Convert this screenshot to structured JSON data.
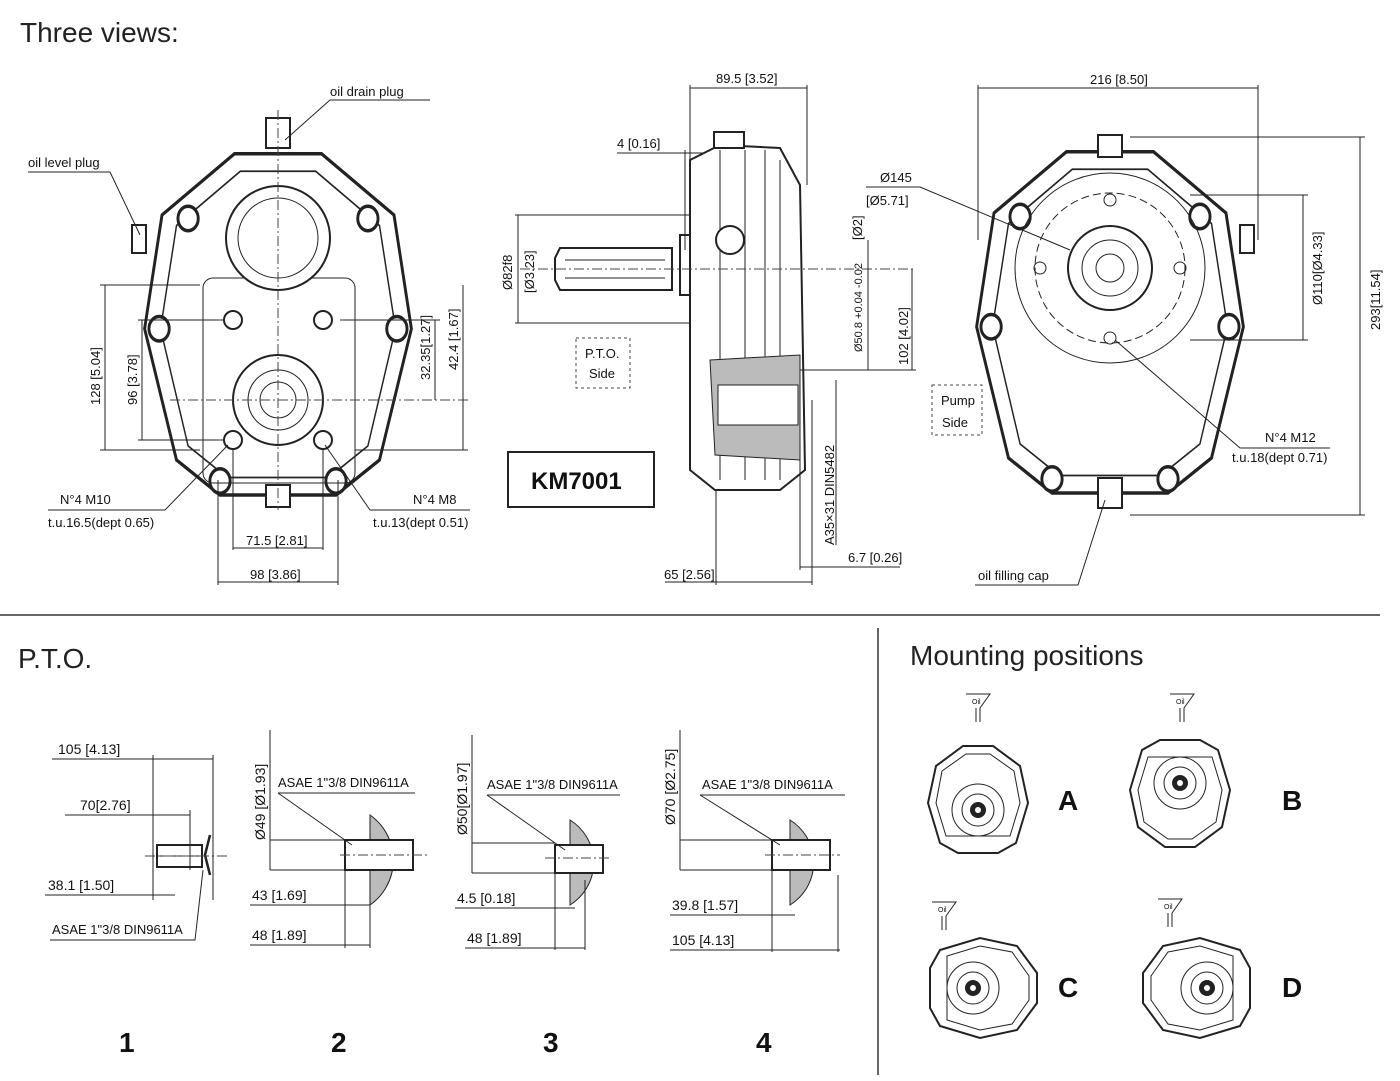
{
  "headings": {
    "three_views": "Three views:",
    "pto": "P.T.O.",
    "mounting": "Mounting positions"
  },
  "front_view": {
    "oil_drain_plug": "oil drain plug",
    "oil_level_plug": "oil level plug",
    "dim_128": "128 [5.04]",
    "dim_96": "96 [3.78]",
    "dim_32": "32.35[1.27]",
    "dim_42": "42.4 [1.67]",
    "m10": "N°4 M10",
    "m10_tu": "t.u.16.5(dept 0.65)",
    "m8": "N°4 M8",
    "m8_tu": "t.u.13(dept 0.51)",
    "dim_71": "71.5 [2.81]",
    "dim_98": "98 [3.86]"
  },
  "side_view": {
    "dim_89": "89.5 [3.52]",
    "dim_4": "4 [0.16]",
    "dia_82": "Ø82f8",
    "dia_82_in": "[Ø3.23]",
    "pto_side_1": "P.T.O.",
    "pto_side_2": "Side",
    "dia_50": "Ø50.8 +0.04 -0.02",
    "dia_50_in": "[Ø2]",
    "dim_102": "102 [4.02]",
    "spline": "A35×31 DIN5482",
    "dim_6_7": "6.7 [0.26]",
    "dim_65": "65 [2.56]",
    "model": "KM7001"
  },
  "rear_view": {
    "dim_216": "216 [8.50]",
    "dia_145": "Ø145",
    "dia_145_in": "[Ø5.71]",
    "dia_110": "Ø110[Ø4.33]",
    "dim_293": "293[11.54]",
    "pump_side_1": "Pump",
    "pump_side_2": "Side",
    "m12": "N°4 M12",
    "m12_tu": "t.u.18(dept 0.71)",
    "oil_filling_cap": "oil filling cap"
  },
  "pto_options": [
    {
      "number": "1",
      "dims": [
        "105 [4.13]",
        "70[2.76]",
        "38.1 [1.50]"
      ],
      "spec": "ASAE 1\"3/8 DIN9611A"
    },
    {
      "number": "2",
      "dia": "Ø49 [Ø1.93]",
      "dims": [
        "43 [1.69]",
        "48 [1.89]"
      ],
      "spec": "ASAE 1\"3/8 DIN9611A"
    },
    {
      "number": "3",
      "dia": "Ø50[Ø1.97]",
      "dims": [
        "4.5 [0.18]",
        "48 [1.89]"
      ],
      "spec": "ASAE 1\"3/8 DIN9611A"
    },
    {
      "number": "4",
      "dia": "Ø70 [Ø2.75]",
      "dims": [
        "39.8 [1.57]",
        "105 [4.13]"
      ],
      "spec": "ASAE 1\"3/8 DIN9611A"
    }
  ],
  "mounting_positions": [
    {
      "letter": "A",
      "oil": "Oil"
    },
    {
      "letter": "B",
      "oil": "Oil"
    },
    {
      "letter": "C",
      "oil": "Oil"
    },
    {
      "letter": "D",
      "oil": "Oil"
    }
  ]
}
